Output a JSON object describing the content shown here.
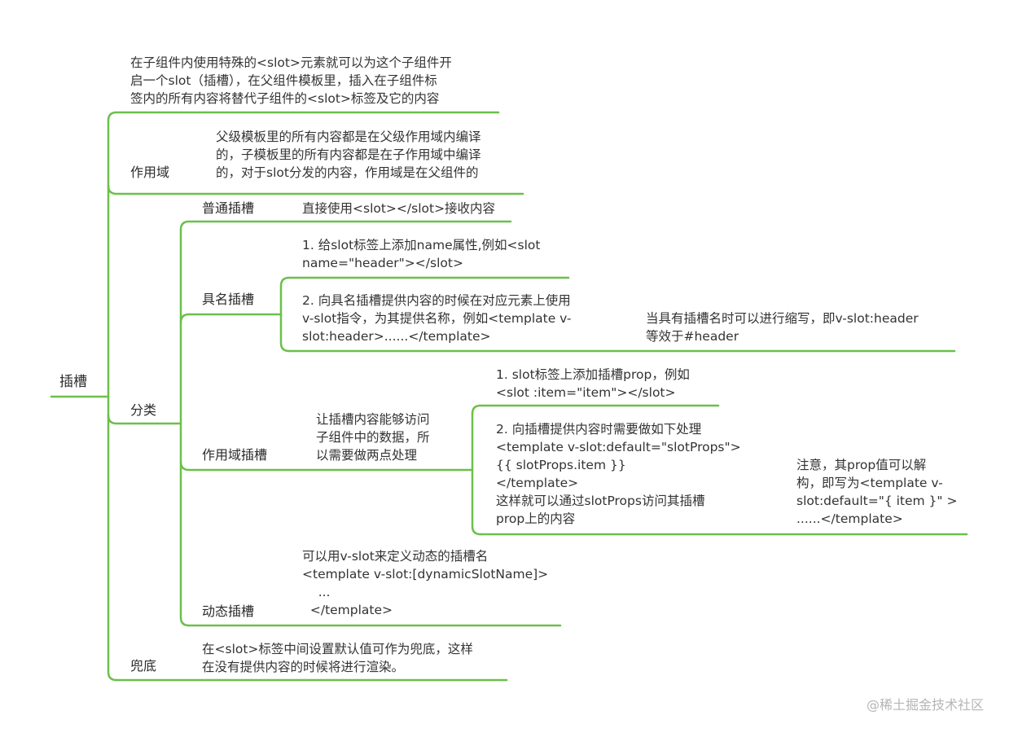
{
  "mindmap": {
    "line_color": "#6cc04a",
    "root": {
      "label": "插槽"
    },
    "intro": {
      "text": "在子组件内使用特殊的<slot>元素就可以为这个子组件开\n启一个slot（插槽），在父组件模板里，插入在子组件标\n签内的所有内容将替代子组件的<slot>标签及它的内容"
    },
    "scope": {
      "label": "作用域",
      "detail": "父级模板里的所有内容都是在父级作用域内编译\n的，子模板里的所有内容都是在子作用域中编译\n的，对于slot分发的内容，作用域是在父组件的"
    },
    "category": {
      "label": "分类",
      "normal": {
        "label": "普通插槽",
        "detail": "直接使用<slot></slot>接收内容"
      },
      "named": {
        "label": "具名插槽",
        "step1": "1. 给slot标签上添加name属性,例如<slot\nname=\"header\"></slot>",
        "step2": "2. 向具名插槽提供内容的时候在对应元素上使用\nv-slot指令，为其提供名称，例如<template v-\nslot:header>......</template>",
        "shorthand": "当具有插槽名时可以进行缩写，即v-slot:header\n等效于#header"
      },
      "scoped": {
        "label": "作用域插槽",
        "detail": "让插槽内容能够访问\n子组件中的数据，所\n以需要做两点处理",
        "step1": "1. slot标签上添加插槽prop，例如\n<slot :item=\"item\"></slot>",
        "step2": "2. 向插槽提供内容时需要做如下处理\n<template v-slot:default=\"slotProps\">\n{{ slotProps.item }}\n</template>\n这样就可以通过slotProps访问其插槽\nprop上的内容",
        "note": "注意，其prop值可以解\n构，即写为<template v-\nslot:default=\"{ item }\" >\n......</template>"
      },
      "dynamic": {
        "label": "动态插槽",
        "detail": "可以用v-slot来定义动态的插槽名\n<template v-slot:[dynamicSlotName]>\n    ...\n  </template>"
      }
    },
    "fallback": {
      "label": "兜底",
      "detail": "在<slot>标签中间设置默认值可作为兜底，这样\n在没有提供内容的时候将进行渲染。"
    }
  },
  "watermark": "@稀土掘金技术社区"
}
